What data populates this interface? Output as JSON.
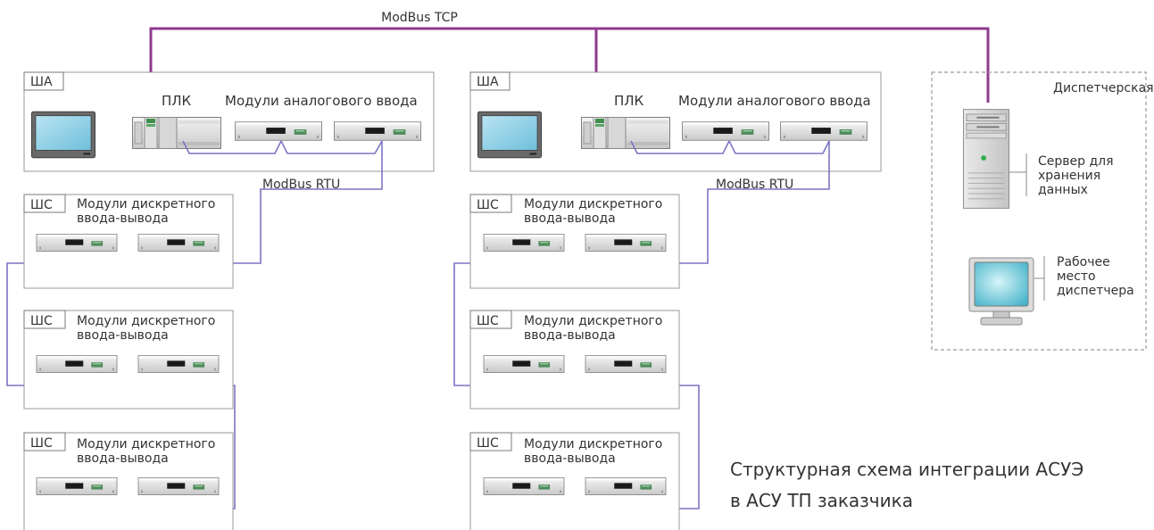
{
  "bus": {
    "tcp_label": "ModBus TCP"
  },
  "colors": {
    "tcp": "#8e3a8e",
    "rtu": "#7c74c4",
    "frame": "#9a9a9a"
  },
  "groups": [
    {
      "main": {
        "tag": "ША",
        "plc_label": "ПЛК",
        "analog_label": "Модули аналогового ввода"
      },
      "rtu_label": "ModBus RTU",
      "cabinets": [
        {
          "tag": "ШС",
          "line1": "Модули дискретного",
          "line2": "ввода-вывода"
        },
        {
          "tag": "ШС",
          "line1": "Модули дискретного",
          "line2": "ввода-вывода"
        },
        {
          "tag": "ШС",
          "line1": "Модули дискретного",
          "line2": "ввода-вывода"
        }
      ]
    },
    {
      "main": {
        "tag": "ША",
        "plc_label": "ПЛК",
        "analog_label": "Модули аналогового ввода"
      },
      "rtu_label": "ModBus RTU",
      "cabinets": [
        {
          "tag": "ШС",
          "line1": "Модули дискретного",
          "line2": "ввода-вывода"
        },
        {
          "tag": "ШС",
          "line1": "Модули дискретного",
          "line2": "ввода-вывода"
        },
        {
          "tag": "ШС",
          "line1": "Модули дискретного",
          "line2": "ввода-вывода"
        }
      ]
    }
  ],
  "dispatch": {
    "title": "Диспетчерская",
    "server_label": [
      "Сервер для",
      "хранения",
      "данных"
    ],
    "workstation_label": [
      "Рабочее",
      "место",
      "диспетчера"
    ],
    "icons": [
      "server-tower-icon",
      "monitor-icon"
    ]
  },
  "caption": {
    "line1": "Структурная схема интеграции АСУЭ",
    "line2": "в АСУ ТП заказчика"
  }
}
